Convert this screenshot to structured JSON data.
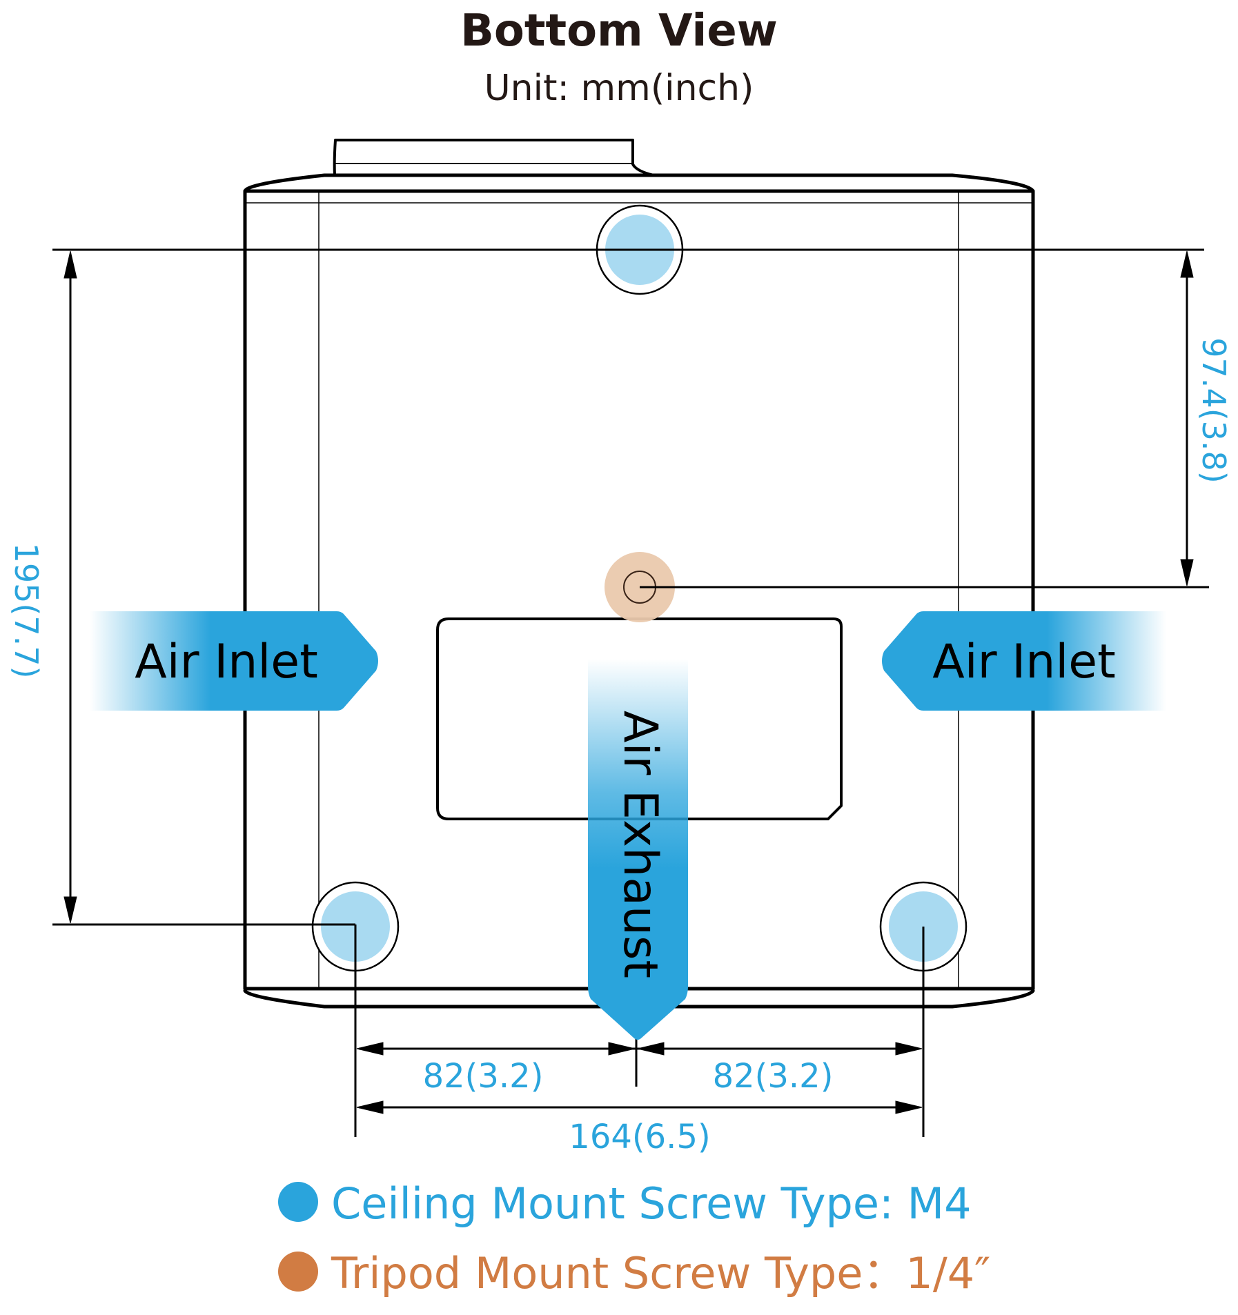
{
  "header": {
    "title": "Bottom View",
    "subtitle": "Unit: mm(inch)"
  },
  "labels": {
    "air_inlet_left": "Air Inlet",
    "air_inlet_right": "Air Inlet",
    "air_exhaust": "Air Exhaust"
  },
  "dimensions": {
    "vertical_total": "195(7.7)",
    "vertical_top_to_tripod": "97.4(3.8)",
    "horizontal_left_half": "82(3.2)",
    "horizontal_right_half": "82(3.2)",
    "horizontal_total": "164(6.5)"
  },
  "legend": [
    {
      "text": "Ceiling Mount Screw Type: M4",
      "color": "#2aa4dc"
    },
    {
      "text": "Tripod Mount Screw Type：1/4″",
      "color": "#d17c43"
    }
  ],
  "colors": {
    "accent_blue": "#2aa4dc",
    "screw_fill_blue": "#a9daf1",
    "tripod_fill": "#eac9ad",
    "tripod_orange": "#d17c43",
    "outline": "#000000"
  }
}
